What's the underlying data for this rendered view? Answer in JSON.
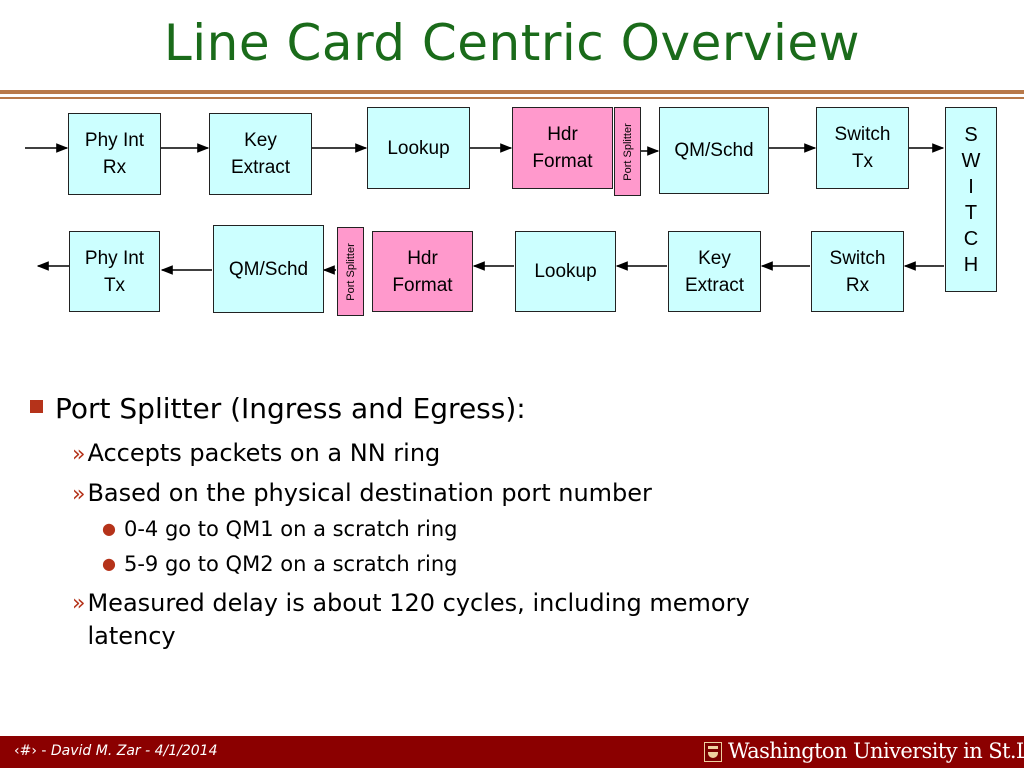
{
  "title": "Line Card Centric Overview",
  "diagram": {
    "ingress": {
      "phy_int_rx": [
        "Phy Int",
        "Rx"
      ],
      "key_extract": [
        "Key",
        "Extract"
      ],
      "lookup": "Lookup",
      "hdr_format": [
        "Hdr",
        "Format"
      ],
      "port_splitter": "Port Splitter",
      "qm_schd": "QM/Schd",
      "switch_tx": [
        "Switch",
        "Tx"
      ]
    },
    "switch_letters": [
      "S",
      "W",
      "I",
      "T",
      "C",
      "H"
    ],
    "egress": {
      "switch_rx": [
        "Switch",
        "Rx"
      ],
      "key_extract": [
        "Key",
        "Extract"
      ],
      "lookup": "Lookup",
      "hdr_format": [
        "Hdr",
        "Format"
      ],
      "port_splitter": "Port Splitter",
      "qm_schd": "QM/Schd",
      "phy_int_tx": [
        "Phy Int",
        "Tx"
      ]
    },
    "colors": {
      "block": "#ccffff",
      "highlight": "#ff99cc"
    }
  },
  "bullets": {
    "heading": "Port Splitter (Ingress and Egress):",
    "items": [
      "Accepts packets on a NN ring",
      "Based on the physical destination port number",
      "Measured delay is about 120 cycles, including memory latency"
    ],
    "sub_items": [
      "0-4 go to QM1 on a scratch ring",
      "5-9 go to QM2 on a scratch ring"
    ]
  },
  "footer": {
    "slide_number": "‹#› - ",
    "author_date": "David M. Zar - 4/1/2014",
    "university": "Washington University in St.Louis"
  },
  "colors": {
    "title": "#1a6b1a",
    "footer_bg": "#8b0000",
    "accent": "#b5331a",
    "rule": "#b8794a"
  }
}
